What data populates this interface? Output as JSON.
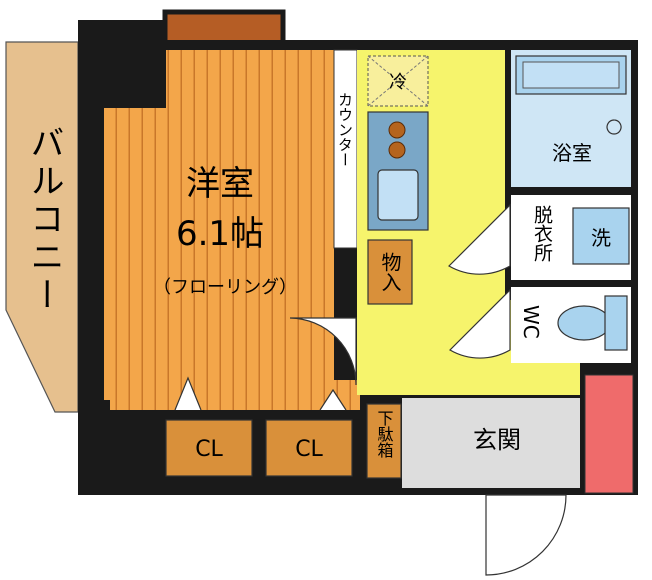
{
  "rooms": {
    "balcony": "バルコニー",
    "western_room_name": "洋室",
    "western_room_size": "6.1帖",
    "flooring": "（フローリング）",
    "counter": "カウンター",
    "fridge": "冷",
    "storage": "物入",
    "bath": "浴室",
    "washroom": "脱衣所",
    "washer": "洗",
    "toilet": "WC",
    "shoe_box": "下駄箱",
    "entrance": "玄関",
    "closet_1": "CL",
    "closet_2": "CL"
  },
  "colors": {
    "wall": "#1a1a1a",
    "floor_wood": "#f3a64a",
    "floor_stripe": "#c9772a",
    "balcony": "#e6c08e",
    "kitchen_floor": "#f6f46c",
    "wet_area": "#cfe6f5",
    "wood_fixture": "#d9903a",
    "entrance_floor": "#dddddd",
    "red_panel": "#ef6b6b",
    "door_frame": "#b55d25"
  }
}
